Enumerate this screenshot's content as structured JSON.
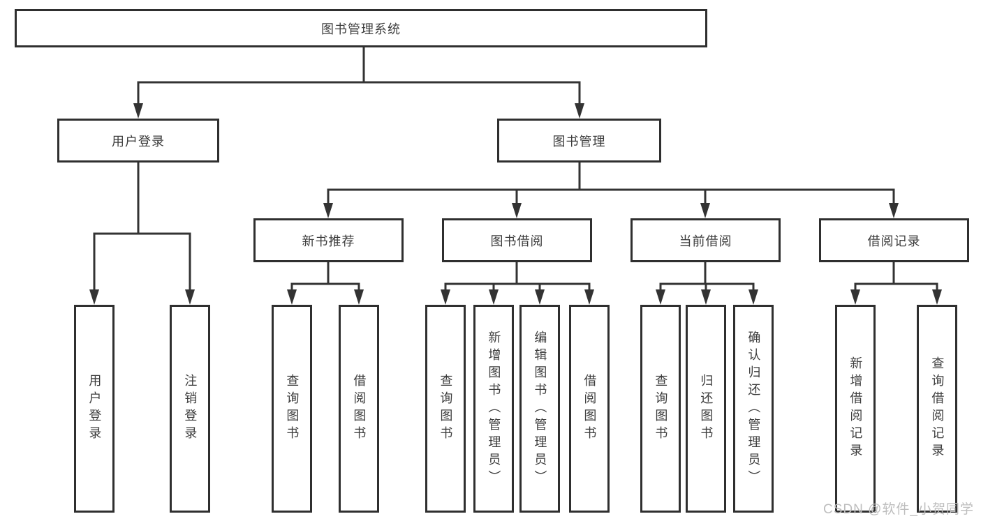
{
  "tree": {
    "root": "图书管理系统",
    "branches": [
      {
        "label": "用户登录",
        "children": [
          "用户登录",
          "注销登录"
        ]
      },
      {
        "label": "图书管理",
        "groups": [
          {
            "label": "新书推荐",
            "children": [
              "查询图书",
              "借阅图书"
            ]
          },
          {
            "label": "图书借阅",
            "children": [
              "查询图书",
              "新增图书（管理员）",
              "编辑图书（管理员）",
              "借阅图书"
            ]
          },
          {
            "label": "当前借阅",
            "children": [
              "查询图书",
              "归还图书",
              "确认归还（管理员）"
            ]
          },
          {
            "label": "借阅记录",
            "children": [
              "新增借阅记录",
              "查询借阅记录"
            ]
          }
        ]
      }
    ]
  },
  "watermark": {
    "text": "CSDN @软件_小贺同学"
  },
  "colors": {
    "line": "#333333",
    "text": "#3d3d3d",
    "watermark": "#bdbdbd",
    "background": "#ffffff"
  }
}
